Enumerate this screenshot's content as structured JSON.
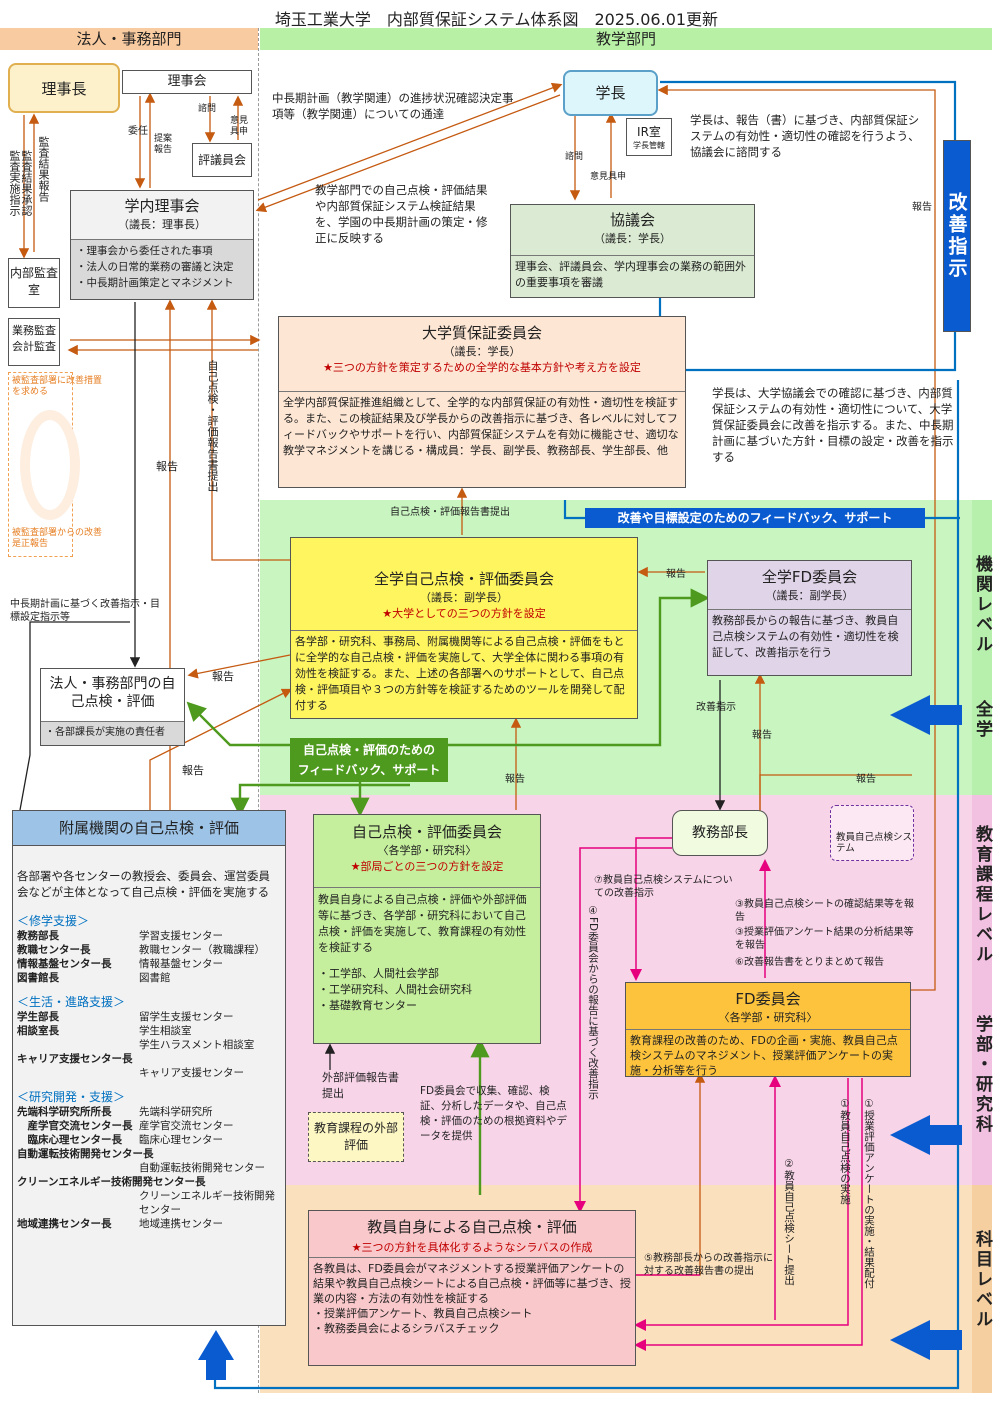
{
  "title": "埼玉工業大学　内部質保証システム体系図　2025.06.01更新",
  "bands": {
    "left": "法人・事務部門",
    "right": "教学部門"
  },
  "side_labels": {
    "kaizen": "改善指示",
    "inst_a": "機関レベル",
    "inst_b": "全学",
    "curr_a": "教育課程レベル",
    "curr_b": "学部・研究科",
    "subj": "科目レベル"
  },
  "rijicho": "理事長",
  "rijikai": "理事会",
  "hyogiin": "評議員会",
  "naibu_kansa": "内部監査室",
  "gyomu_kansa": "業務監査会計監査",
  "gakucho": "学長",
  "ir": {
    "name": "IR室",
    "sub": "学長管轄"
  },
  "gakunai": {
    "title": "学内理事会",
    "sub": "（議長：理事長）",
    "items": [
      "・理事会から委任された事項",
      "・法人の日常的業務の審議と決定",
      "・中長期計画策定とマネジメント"
    ]
  },
  "kyogikai": {
    "title": "協議会",
    "sub": "（議長：学長）",
    "body": "理事会、評議員会、学内理事会の業務の範囲外の重要事項を審議"
  },
  "qa": {
    "title": "大学質保証委員会",
    "sub": "（議長：学長）",
    "note": "★三つの方針を策定するための全学的な基本方針や考え方を設定",
    "body": "全学内部質保証推進組織として、全学的な内部質保証の有効性・適切性を検証する。また、この検証結果及び学長からの改善指示に基づき、各レベルに対してフィードバックやサポートを行い、内部質保証システムを有効に機能させ、適切な教学マネジメントを講じる・構成員：学長、副学長、教務部長、学生部長、他"
  },
  "zengaku": {
    "title": "全学自己点検・評価委員会",
    "sub": "（議長：副学長）",
    "note": "★大学としての三つの方針を設定",
    "body": "各学部・研究科、事務局、附属機関等による自己点検・評価をもとに全学的な自己点検・評価を実施して、大学全体に関わる事項の有効性を検証する。また、上述の各部署へのサポートとして、自己点検・評価項目や３つの方針等を検証するためのツールを開発して配付する"
  },
  "fd_all": {
    "title": "全学FD委員会",
    "sub": "（議長：副学長）",
    "body": "教務部長からの報告に基づき、教員自己点検システムの有効性・適切性を検証して、改善指示を行う"
  },
  "hojin_self": {
    "title": "法人・事務部門の自己点検・評価",
    "body": "・各部課長が実施の責任者"
  },
  "fuzoku": {
    "title": "附属機関の自己点検・評価",
    "body": "各部署や各センターの教授会、委員会、運営委員会などが主体となって自己点検・評価を実施する",
    "sections": [
      {
        "head": "＜修学支援＞",
        "rows": [
          [
            "教務部長",
            "学習支援センター"
          ],
          [
            "教職センター長",
            "教職センター（教職課程）"
          ],
          [
            "情報基盤センター長",
            "情報基盤センター"
          ],
          [
            "図書館長",
            "図書館"
          ]
        ]
      },
      {
        "head": "＜生活・進路支援＞",
        "rows": [
          [
            "学生部長",
            "留学生支援センター"
          ],
          [
            "相談室長",
            "学生相談室"
          ],
          [
            "",
            "学生ハラスメント相談室"
          ],
          [
            "キャリア支援センター長",
            ""
          ],
          [
            "",
            "キャリア支援センター"
          ]
        ]
      },
      {
        "head": "＜研究開発・支援＞",
        "rows": [
          [
            "先端科学研究所所長",
            "先端科学研究所"
          ],
          [
            "　産学官交流センター長",
            "産学官交流センター"
          ],
          [
            "　臨床心理センター長",
            "臨床心理センター"
          ],
          [
            "",
            ""
          ],
          [
            "自動運転技術開発センター長",
            ""
          ],
          [
            "",
            "自動運転技術開発センター"
          ],
          [
            "クリーンエネルギー技術開発センター長",
            ""
          ],
          [
            "",
            "クリーンエネルギー技術開発センター"
          ],
          [
            "地域連携センター長",
            "地域連携センター"
          ]
        ]
      }
    ]
  },
  "bukyoku": {
    "title": "自己点検・評価委員会",
    "sub": "〈各学部・研究科〉",
    "note": "★部局ごとの三つの方針を設定",
    "body": "教員自身による自己点検・評価や外部評価等に基づき、各学部・研究科において自己点検・評価を実施して、教育課程の有効性を検証する",
    "items": [
      "・工学部、人間社会学部",
      "・工学研究科、人間社会研究科",
      "・基礎教育センター"
    ]
  },
  "kyomu": "教務部長",
  "legend": "教員自己点検システム",
  "fd_dept": {
    "title": "FD委員会",
    "sub": "〈各学部・研究科〉",
    "body": "教育課程の改善のため、FDの企画・実施、教員自己点検システムのマネジメント、授業評価アンケートの実施・分析等を行う"
  },
  "gaibu": "教育課程の外部評価",
  "kyoin": {
    "title": "教員自身による自己点検・評価",
    "note": "★三つの方針を具体化するようなシラバスの作成",
    "body": "各教員は、FD委員会がマネジメントする授業評価アンケートの結果や教員自己点検シートによる自己点検・評価等に基づき、授業の内容・方法の有効性を検証する",
    "items": [
      "・授業評価アンケート、教員自己点検シート",
      "・教務委員会によるシラバスチェック"
    ]
  },
  "labels": {
    "inin": "委任",
    "teian": "提案報告",
    "shimon": "諮問",
    "iken": "意見具申",
    "shimon2": "諮問",
    "iken2": "意見具申",
    "kansa1": "監査結果報告",
    "kansa2": "監査実施指示",
    "kansa3": "監査結果承認",
    "kansa_ret1": "被監査部署に改善措置を求める",
    "kansa_ret2": "被監査部署からの改善是正報告",
    "chuki": "中長期計画（教学関連）の進捗状況確認決定事項等（教学関連）についての通達",
    "kyogaku": "教学部門での自己点検・評価結果や内部質保証システム検証結果を、学園の中長期計画の策定・修正に反映する",
    "gakucho_desc": "学長は、報告（書）に基づき、内部質保証システムの有効性・適切性の確認を行うよう、協議会に諮問する",
    "gakucho_desc2": "学長は、大学協議会での確認に基づき、内部質保証システムの有効性・適切性について、大学質保証委員会に改善を指示する。また、中長期計画に基づいた方針・目標の設定・改善を指示する",
    "hokoku": "報告",
    "self_report": "自己点検・評価報告書提出",
    "self_report2": "自己点検・評価報告書提出",
    "feedback_support": "改善や目標設定のためのフィードバック、サポート",
    "chuki_kaizen": "中長期計画に基づく改善指示・目標設定指示等",
    "fb_title": "自己点検・評価のための",
    "fb_title2": "フィードバック、サポート",
    "kaizen_shiji": "改善指示",
    "l7": "⑦教員自己点検システムについての改善指示",
    "l3a": "③教員自己点検シートの確認結果等を報告",
    "l3b": "③授業評価アンケート結果の分析結果等を報告",
    "l6": "⑥改善報告書をとりまとめて報告",
    "l4": "④FD委員会からの報告に基づく改善指示",
    "fd_data": "FD委員会で収集、確認、検証、分析したデータや、自己点検・評価のための根拠資料やデータを提供",
    "gaibu_report": "外部評価報告書提出",
    "l5": "⑤教務部長からの改善指示に対する改善報告書の提出",
    "l2": "②教員自己点検シート提出",
    "l1a": "①教員自己点検の実施",
    "l1b": "①授業評価アンケートの実施・結果配付"
  },
  "colors": {
    "orange_line": "#c55a11",
    "blue_line": "#0070c0",
    "green_line": "#4e9a1e",
    "magenta_line": "#e6007e"
  }
}
